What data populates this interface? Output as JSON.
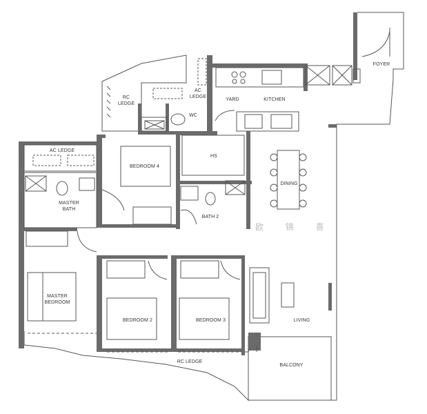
{
  "rooms": {
    "foyer": "FOYER",
    "rc_ledge_top": "RC\nLEDGE",
    "ac_ledge_top": "AC\nLEDGE",
    "yard": "YARD",
    "kitchen": "KITCHEN",
    "wc": "WC",
    "hs": "HS",
    "ac_ledge_left": "AC LEDGE",
    "bedroom4": "BEDROOM 4",
    "dining": "DINING",
    "master_bath": "MASTER\nBATH",
    "bath2": "BATH 2",
    "master_bedroom": "MASTER\nBEDROOM",
    "bedroom2": "BEDROOM 2",
    "bedroom3": "BEDROOM 3",
    "living": "LIVING",
    "rc_ledge_bottom": "RC LEDGE",
    "balcony": "BALCONY"
  },
  "watermark": "欧 锦 喜",
  "colors": {
    "wall": "#6b6b6b",
    "line": "#555555",
    "ledge": "#888888"
  }
}
